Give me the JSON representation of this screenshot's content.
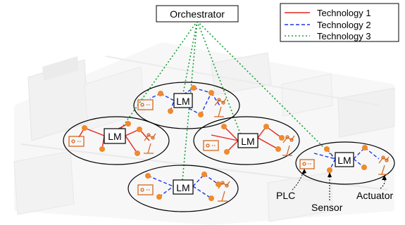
{
  "orchestrator": {
    "label": "Orchestrator"
  },
  "legend": {
    "items": [
      {
        "label": "Technology 1",
        "color": "#e8231f",
        "style": "solid"
      },
      {
        "label": "Technology 2",
        "color": "#1f35e8",
        "style": "dashed"
      },
      {
        "label": "Technology 3",
        "color": "#1a9e3a",
        "style": "dotted"
      }
    ]
  },
  "cells": [
    {
      "lm_label": "LM",
      "technology": "Technology 2"
    },
    {
      "lm_label": "LM",
      "technology": "Technology 1"
    },
    {
      "lm_label": "LM",
      "technology": "Technology 1"
    },
    {
      "lm_label": "LM",
      "technology": "Technology 2"
    },
    {
      "lm_label": "LM",
      "technology": "Technology 2"
    }
  ],
  "callouts": {
    "plc": "PLC",
    "sensor": "Sensor",
    "actuator": "Actuator"
  },
  "colors": {
    "device": "#d4681f",
    "node": "#f08a2c",
    "ellipse_stroke": "#000000"
  }
}
